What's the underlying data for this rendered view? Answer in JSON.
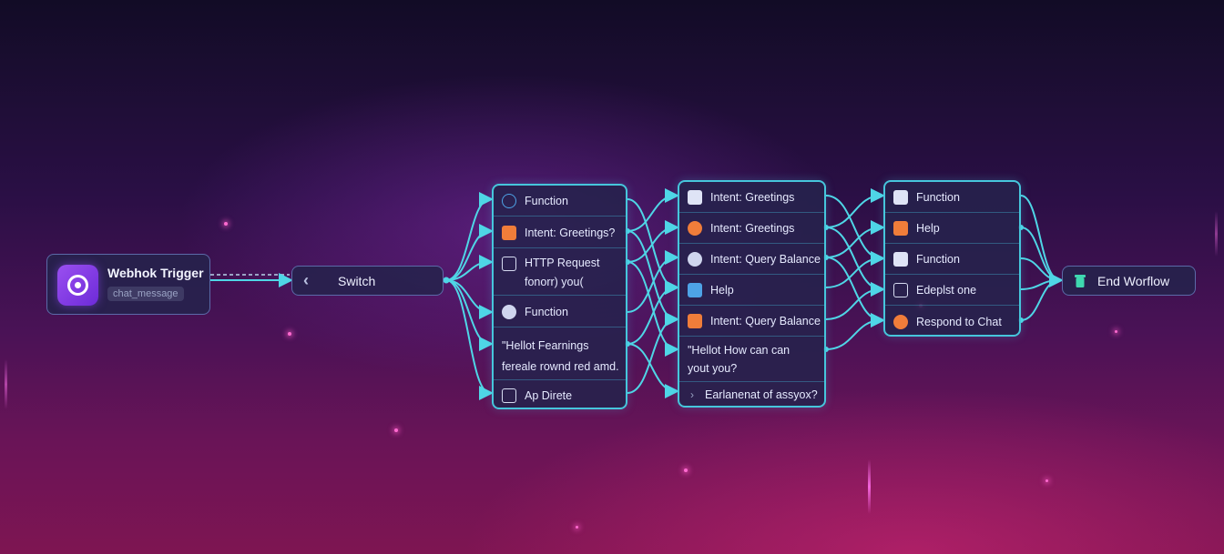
{
  "trigger": {
    "title": "Webhok Trigger",
    "tag": "chat_message"
  },
  "switch": {
    "label": "Switch"
  },
  "column1": {
    "rows": [
      {
        "label": "Function"
      },
      {
        "label": "Intent: Greetings?"
      },
      {
        "label": "HTTP Request",
        "sub": "fonorr) you("
      },
      {
        "label": "Function"
      },
      {
        "label": "\"Hellot Fearnings",
        "sub": "fereale rownd red amd."
      },
      {
        "label": "Ap Direte"
      }
    ]
  },
  "column2": {
    "rows": [
      {
        "label": "Intent: Greetings"
      },
      {
        "label": "Intent: Greetings"
      },
      {
        "label": "Intent: Query Balance"
      },
      {
        "label": "Help"
      },
      {
        "label": "Intent: Query Balance"
      },
      {
        "label": "\"Hellot How can can",
        "sub": "yout you?"
      },
      {
        "label": "Earlanenat of assyox?"
      }
    ]
  },
  "column3": {
    "rows": [
      {
        "label": "Function"
      },
      {
        "label": "Help"
      },
      {
        "label": "Function"
      },
      {
        "label": "Edeplst one"
      },
      {
        "label": "Respond to Chat"
      }
    ]
  },
  "end": {
    "label": "End Worflow"
  }
}
